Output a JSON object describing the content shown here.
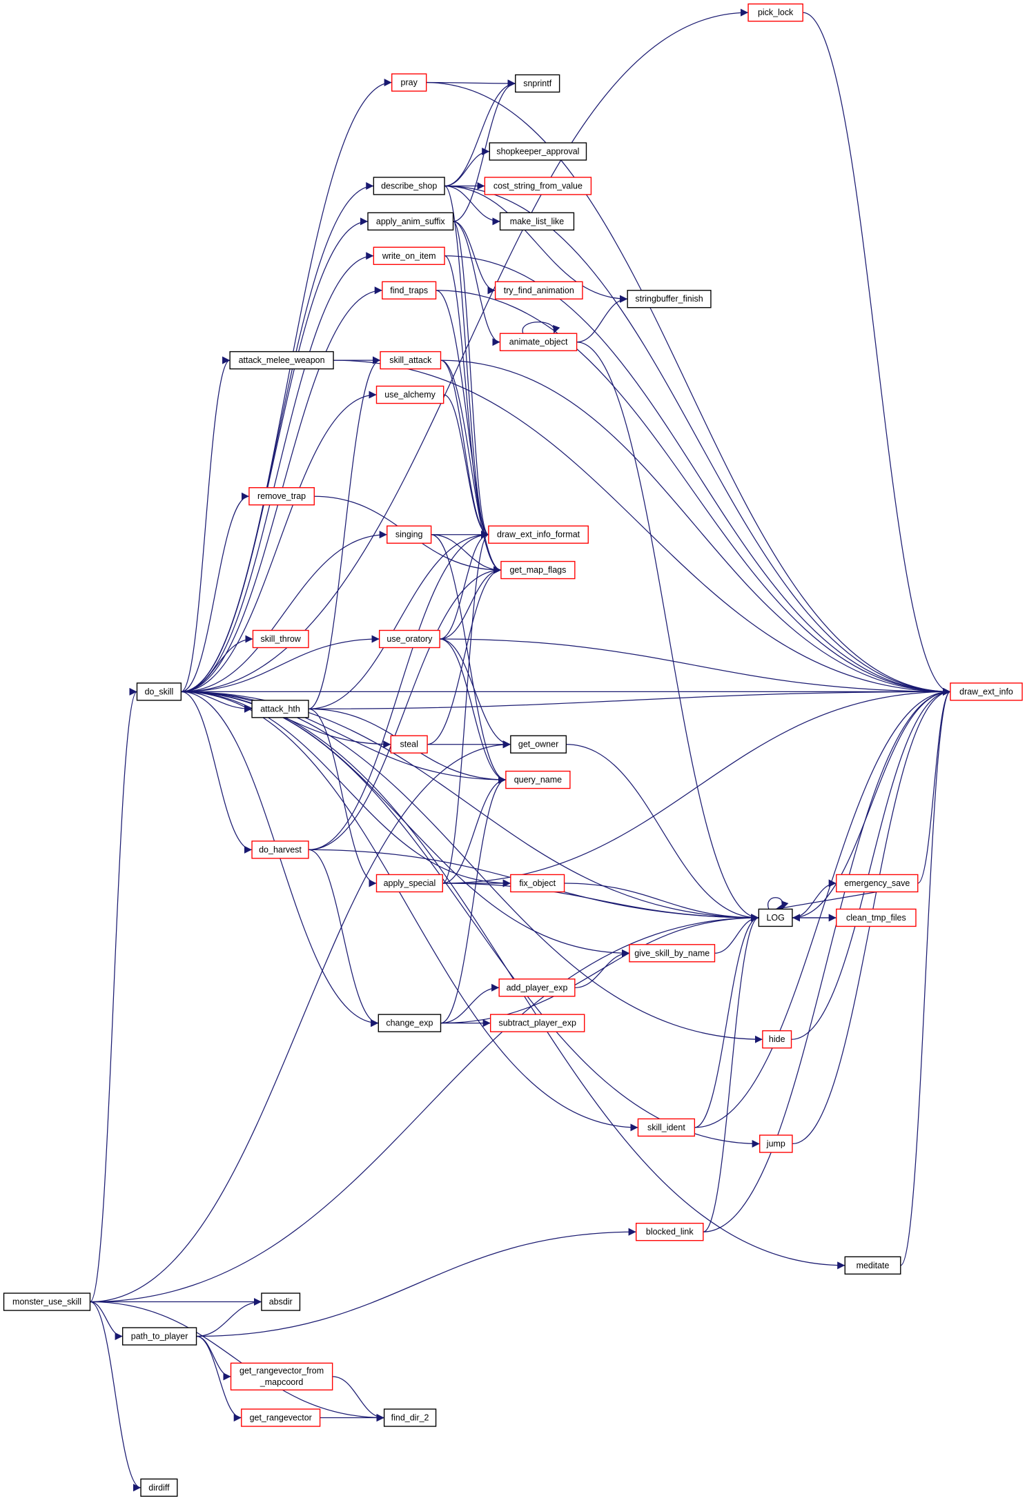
{
  "title": "monster_use_skill call graph",
  "colors": {
    "edge": "#191970",
    "highlight_fill": "#bfbfbf",
    "truncated_border": "#ff0000",
    "normal_border": "#000000"
  },
  "nodes": [
    {
      "id": "pick_lock",
      "label": "pick_lock",
      "style": "truncated"
    },
    {
      "id": "pray",
      "label": "pray",
      "style": "truncated"
    },
    {
      "id": "snprintf",
      "label": "snprintf",
      "style": "normal"
    },
    {
      "id": "shopkeeper_approval",
      "label": "shopkeeper_approval",
      "style": "normal"
    },
    {
      "id": "describe_shop",
      "label": "describe_shop",
      "style": "normal"
    },
    {
      "id": "cost_string_from_value",
      "label": "cost_string_from_value",
      "style": "truncated"
    },
    {
      "id": "apply_anim_suffix",
      "label": "apply_anim_suffix",
      "style": "normal"
    },
    {
      "id": "make_list_like",
      "label": "make_list_like",
      "style": "normal"
    },
    {
      "id": "write_on_item",
      "label": "write_on_item",
      "style": "truncated"
    },
    {
      "id": "try_find_animation",
      "label": "try_find_animation",
      "style": "truncated"
    },
    {
      "id": "find_traps",
      "label": "find_traps",
      "style": "truncated"
    },
    {
      "id": "stringbuffer_finish",
      "label": "stringbuffer_finish",
      "style": "normal"
    },
    {
      "id": "animate_object",
      "label": "animate_object",
      "style": "truncated"
    },
    {
      "id": "attack_melee_weapon",
      "label": "attack_melee_weapon",
      "style": "normal"
    },
    {
      "id": "skill_attack",
      "label": "skill_attack",
      "style": "truncated"
    },
    {
      "id": "use_alchemy",
      "label": "use_alchemy",
      "style": "truncated"
    },
    {
      "id": "remove_trap",
      "label": "remove_trap",
      "style": "truncated"
    },
    {
      "id": "singing",
      "label": "singing",
      "style": "truncated"
    },
    {
      "id": "draw_ext_info_format",
      "label": "draw_ext_info_format",
      "style": "truncated"
    },
    {
      "id": "get_map_flags",
      "label": "get_map_flags",
      "style": "truncated"
    },
    {
      "id": "skill_throw",
      "label": "skill_throw",
      "style": "truncated"
    },
    {
      "id": "use_oratory",
      "label": "use_oratory",
      "style": "truncated"
    },
    {
      "id": "do_skill",
      "label": "do_skill",
      "style": "normal"
    },
    {
      "id": "draw_ext_info",
      "label": "draw_ext_info",
      "style": "truncated"
    },
    {
      "id": "attack_hth",
      "label": "attack_hth",
      "style": "normal"
    },
    {
      "id": "steal",
      "label": "steal",
      "style": "truncated"
    },
    {
      "id": "get_owner",
      "label": "get_owner",
      "style": "normal"
    },
    {
      "id": "query_name",
      "label": "query_name",
      "style": "truncated"
    },
    {
      "id": "do_harvest",
      "label": "do_harvest",
      "style": "truncated"
    },
    {
      "id": "apply_special",
      "label": "apply_special",
      "style": "truncated"
    },
    {
      "id": "fix_object",
      "label": "fix_object",
      "style": "truncated"
    },
    {
      "id": "emergency_save",
      "label": "emergency_save",
      "style": "truncated"
    },
    {
      "id": "LOG",
      "label": "LOG",
      "style": "normal"
    },
    {
      "id": "clean_tmp_files",
      "label": "clean_tmp_files",
      "style": "truncated"
    },
    {
      "id": "give_skill_by_name",
      "label": "give_skill_by_name",
      "style": "truncated"
    },
    {
      "id": "add_player_exp",
      "label": "add_player_exp",
      "style": "truncated"
    },
    {
      "id": "change_exp",
      "label": "change_exp",
      "style": "normal"
    },
    {
      "id": "subtract_player_exp",
      "label": "subtract_player_exp",
      "style": "truncated"
    },
    {
      "id": "hide",
      "label": "hide",
      "style": "truncated"
    },
    {
      "id": "skill_ident",
      "label": "skill_ident",
      "style": "truncated"
    },
    {
      "id": "jump",
      "label": "jump",
      "style": "truncated"
    },
    {
      "id": "blocked_link",
      "label": "blocked_link",
      "style": "truncated"
    },
    {
      "id": "meditate",
      "label": "meditate",
      "style": "normal"
    },
    {
      "id": "monster_use_skill",
      "label": "monster_use_skill",
      "style": "highlight"
    },
    {
      "id": "absdir",
      "label": "absdir",
      "style": "normal"
    },
    {
      "id": "path_to_player",
      "label": "path_to_player",
      "style": "normal"
    },
    {
      "id": "get_rangevector_from_mapcoord",
      "label": "get_rangevector_from",
      "label2": "_mapcoord",
      "style": "truncated"
    },
    {
      "id": "get_rangevector",
      "label": "get_rangevector",
      "style": "truncated"
    },
    {
      "id": "find_dir_2",
      "label": "find_dir_2",
      "style": "normal"
    },
    {
      "id": "dirdiff",
      "label": "dirdiff",
      "style": "normal"
    }
  ],
  "edges": [
    [
      "monster_use_skill",
      "do_skill"
    ],
    [
      "monster_use_skill",
      "get_owner"
    ],
    [
      "monster_use_skill",
      "absdir"
    ],
    [
      "monster_use_skill",
      "path_to_player"
    ],
    [
      "monster_use_skill",
      "find_dir_2"
    ],
    [
      "monster_use_skill",
      "dirdiff"
    ],
    [
      "monster_use_skill",
      "LOG"
    ],
    [
      "path_to_player",
      "absdir"
    ],
    [
      "path_to_player",
      "blocked_link"
    ],
    [
      "path_to_player",
      "get_rangevector_from_mapcoord"
    ],
    [
      "path_to_player",
      "get_rangevector"
    ],
    [
      "get_rangevector_from_mapcoord",
      "find_dir_2"
    ],
    [
      "get_rangevector",
      "find_dir_2"
    ],
    [
      "do_skill",
      "pick_lock"
    ],
    [
      "do_skill",
      "pray"
    ],
    [
      "do_skill",
      "describe_shop"
    ],
    [
      "do_skill",
      "apply_anim_suffix"
    ],
    [
      "do_skill",
      "write_on_item"
    ],
    [
      "do_skill",
      "find_traps"
    ],
    [
      "do_skill",
      "attack_melee_weapon"
    ],
    [
      "do_skill",
      "use_alchemy"
    ],
    [
      "do_skill",
      "remove_trap"
    ],
    [
      "do_skill",
      "singing"
    ],
    [
      "do_skill",
      "use_oratory"
    ],
    [
      "do_skill",
      "skill_throw"
    ],
    [
      "do_skill",
      "draw_ext_info"
    ],
    [
      "do_skill",
      "attack_hth"
    ],
    [
      "do_skill",
      "steal"
    ],
    [
      "do_skill",
      "query_name"
    ],
    [
      "do_skill",
      "do_harvest"
    ],
    [
      "do_skill",
      "fix_object"
    ],
    [
      "do_skill",
      "give_skill_by_name"
    ],
    [
      "do_skill",
      "change_exp"
    ],
    [
      "do_skill",
      "LOG"
    ],
    [
      "do_skill",
      "skill_ident"
    ],
    [
      "do_skill",
      "hide"
    ],
    [
      "do_skill",
      "jump"
    ],
    [
      "do_skill",
      "meditate"
    ],
    [
      "pray",
      "snprintf"
    ],
    [
      "pray",
      "draw_ext_info"
    ],
    [
      "describe_shop",
      "snprintf"
    ],
    [
      "describe_shop",
      "shopkeeper_approval"
    ],
    [
      "describe_shop",
      "cost_string_from_value"
    ],
    [
      "describe_shop",
      "make_list_like"
    ],
    [
      "describe_shop",
      "stringbuffer_finish"
    ],
    [
      "describe_shop",
      "draw_ext_info_format"
    ],
    [
      "describe_shop",
      "draw_ext_info"
    ],
    [
      "apply_anim_suffix",
      "snprintf"
    ],
    [
      "apply_anim_suffix",
      "try_find_animation"
    ],
    [
      "apply_anim_suffix",
      "animate_object"
    ],
    [
      "apply_anim_suffix",
      "draw_ext_info_format"
    ],
    [
      "write_on_item",
      "draw_ext_info_format"
    ],
    [
      "write_on_item",
      "draw_ext_info"
    ],
    [
      "find_traps",
      "get_map_flags"
    ],
    [
      "find_traps",
      "draw_ext_info"
    ],
    [
      "animate_object",
      "animate_object"
    ],
    [
      "animate_object",
      "stringbuffer_finish"
    ],
    [
      "animate_object",
      "LOG"
    ],
    [
      "attack_melee_weapon",
      "skill_attack"
    ],
    [
      "attack_melee_weapon",
      "draw_ext_info"
    ],
    [
      "skill_attack",
      "draw_ext_info_format"
    ],
    [
      "skill_attack",
      "get_map_flags"
    ],
    [
      "skill_attack",
      "draw_ext_info"
    ],
    [
      "use_alchemy",
      "draw_ext_info_format"
    ],
    [
      "remove_trap",
      "get_map_flags"
    ],
    [
      "singing",
      "draw_ext_info_format"
    ],
    [
      "singing",
      "get_map_flags"
    ],
    [
      "singing",
      "query_name"
    ],
    [
      "use_oratory",
      "draw_ext_info_format"
    ],
    [
      "use_oratory",
      "get_map_flags"
    ],
    [
      "use_oratory",
      "draw_ext_info"
    ],
    [
      "use_oratory",
      "get_owner"
    ],
    [
      "use_oratory",
      "query_name"
    ],
    [
      "attack_hth",
      "skill_attack"
    ],
    [
      "attack_hth",
      "draw_ext_info_format"
    ],
    [
      "attack_hth",
      "draw_ext_info"
    ],
    [
      "attack_hth",
      "query_name"
    ],
    [
      "attack_hth",
      "apply_special"
    ],
    [
      "steal",
      "get_owner"
    ],
    [
      "steal",
      "get_map_flags"
    ],
    [
      "get_owner",
      "LOG"
    ],
    [
      "do_harvest",
      "get_map_flags"
    ],
    [
      "do_harvest",
      "draw_ext_info_format"
    ],
    [
      "do_harvest",
      "change_exp"
    ],
    [
      "do_harvest",
      "LOG"
    ],
    [
      "apply_special",
      "draw_ext_info_format"
    ],
    [
      "apply_special",
      "query_name"
    ],
    [
      "apply_special",
      "fix_object"
    ],
    [
      "apply_special",
      "LOG"
    ],
    [
      "apply_special",
      "draw_ext_info"
    ],
    [
      "fix_object",
      "LOG"
    ],
    [
      "LOG",
      "LOG"
    ],
    [
      "LOG",
      "emergency_save"
    ],
    [
      "LOG",
      "clean_tmp_files"
    ],
    [
      "LOG",
      "draw_ext_info"
    ],
    [
      "emergency_save",
      "LOG"
    ],
    [
      "emergency_save",
      "draw_ext_info"
    ],
    [
      "clean_tmp_files",
      "LOG"
    ],
    [
      "give_skill_by_name",
      "LOG"
    ],
    [
      "change_exp",
      "add_player_exp"
    ],
    [
      "change_exp",
      "subtract_player_exp"
    ],
    [
      "change_exp",
      "query_name"
    ],
    [
      "change_exp",
      "LOG"
    ],
    [
      "add_player_exp",
      "give_skill_by_name"
    ],
    [
      "hide",
      "draw_ext_info"
    ],
    [
      "skill_ident",
      "LOG"
    ],
    [
      "skill_ident",
      "draw_ext_info"
    ],
    [
      "jump",
      "draw_ext_info"
    ],
    [
      "blocked_link",
      "LOG"
    ],
    [
      "blocked_link",
      "draw_ext_info"
    ],
    [
      "meditate",
      "draw_ext_info"
    ],
    [
      "pick_lock",
      "draw_ext_info"
    ]
  ]
}
